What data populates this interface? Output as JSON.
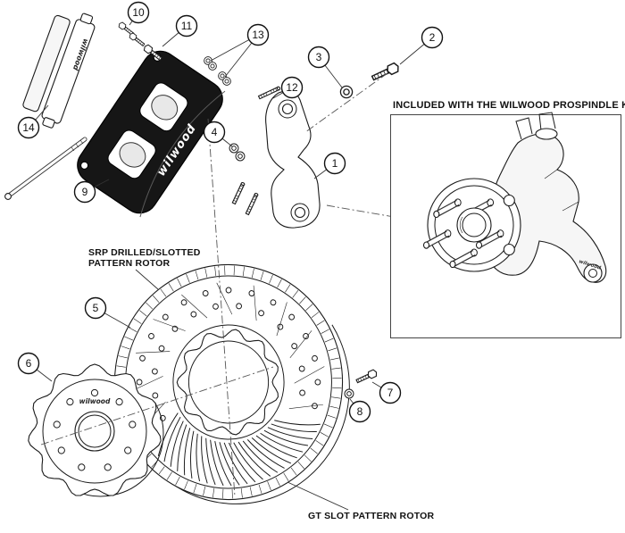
{
  "labels": {
    "srp_line1": "SRP DRILLED/SLOTTED",
    "srp_line2": "PATTERN ROTOR",
    "gt_rotor": "GT SLOT PATTERN ROTOR",
    "spindle_box": "INCLUDED WITH THE WILWOOD PROSPINDLE KIT"
  },
  "brand": {
    "caliper": "wilwood",
    "pad": "wilwood",
    "hat": "wilwood",
    "spindle": "wilwood"
  },
  "callouts": {
    "c1": "1",
    "c2": "2",
    "c3": "3",
    "c4": "4",
    "c5": "5",
    "c6": "6",
    "c7": "7",
    "c8": "8",
    "c9": "9",
    "c10": "10",
    "c11": "11",
    "c12": "12",
    "c13": "13",
    "c14": "14"
  },
  "colors": {
    "ink": "#1a1a1a",
    "caliper_body": "#161616"
  }
}
